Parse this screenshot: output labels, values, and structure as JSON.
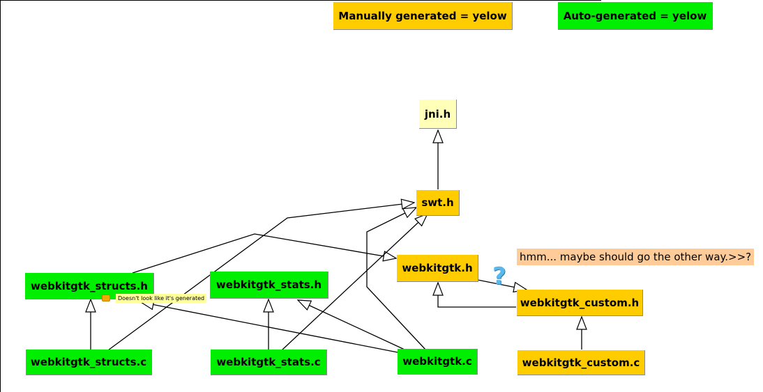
{
  "colors": {
    "manual": "#ffcc00",
    "auto": "#00ee00",
    "external": "#ffffb8",
    "note_peach": "#ffcc99",
    "note_small": "#ffff99",
    "edge": "#000000"
  },
  "legend": {
    "manual": "Manually generated = yelow",
    "auto": "Auto-generated = yelow"
  },
  "nodes": {
    "jni_h": "jni.h",
    "swt_h": "swt.h",
    "webkitgtk_h": "webkitgtk.h",
    "webkitgtk_custom_h": "webkitgtk_custom.h",
    "webkitgtk_custom_c": "webkitgtk_custom.c",
    "webkitgtk_structs_h": "webkitgtk_structs.h",
    "webkitgtk_stats_h": "webkitgtk_stats.h",
    "webkitgtk_structs_c": "webkitgtk_structs.c",
    "webkitgtk_stats_c": "webkitgtk_stats.c",
    "webkitgtk_c": "webkitgtk.c"
  },
  "notes": {
    "custom_direction": "hmm... maybe should go the other way.>>?",
    "structs_generated": "Doesn't look like it's generated"
  },
  "icons": {
    "question": "question-mark-icon",
    "note": "note-icon"
  }
}
